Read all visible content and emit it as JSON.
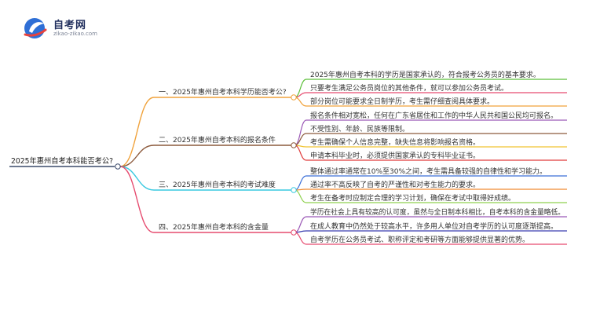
{
  "logo": {
    "brand": "自考网",
    "domain": "zikao-zikao.com"
  },
  "mindmap": {
    "root": "2025年惠州自考本科能否考公?",
    "branches": [
      {
        "label": "一、2025年惠州自考本科学历能否考公?",
        "color": "#f0a23b",
        "leaves": [
          {
            "text": "2025年惠州自考本科的学历是国家承认的，符合报考公务员的基本要求。",
            "color": "#5cbf3a"
          },
          {
            "text": "只要考生满足公务员岗位的其他条件，就可以参加公务员考试。",
            "color": "#e64b6f"
          },
          {
            "text": "部分岗位可能要求全日制学历，考生需仔细查阅具体要求。",
            "color": "#f0a23b"
          }
        ]
      },
      {
        "label": "二、2025年惠州自考本科的报名条件",
        "color": "#8c5a3c",
        "leaves": [
          {
            "text": "报名条件相对宽松，任何在广东省居住和工作的中华人民共和国公民均可报名。",
            "color": "#9b59b6"
          },
          {
            "text": "不受性别、年龄、民族等限制。",
            "color": "#8c5a3c"
          },
          {
            "text": "考生需确保个人信息完整，缺失信息将影响报名资格。",
            "color": "#f0c330"
          },
          {
            "text": "申请本科毕业时，必须提供国家承认的专科毕业证书。",
            "color": "#e03c3c"
          }
        ]
      },
      {
        "label": "三、2025年惠州自考本科的考试难度",
        "color": "#38c9e0",
        "leaves": [
          {
            "text": "整体通过率通常在10%至30%之间，考生需具备较强的自律性和学习能力。",
            "color": "#3a6fd8"
          },
          {
            "text": "通过率不高反映了自考的严谨性和对考生能力的要求。",
            "color": "#f08a30"
          },
          {
            "text": "考生在备考时应制定合理的学习计划，确保在考试中取得好成绩。",
            "color": "#8fd14f"
          }
        ]
      },
      {
        "label": "四、2025年惠州自考本科的含金量",
        "color": "#e64b6f",
        "leaves": [
          {
            "text": "学历在社会上具有较高的认可度，虽然与全日制本科相比，自考本科的含金量略低。",
            "color": "#9b59b6"
          },
          {
            "text": "在成人教育中仍然处于较高水平，许多用人单位对自考学历的认可度逐渐提高。",
            "color": "#3a3fb0"
          },
          {
            "text": "自考学历在公务员考试、职称评定和考研等方面能够提供显著的优势。",
            "color": "#e64b6f"
          }
        ]
      }
    ]
  }
}
